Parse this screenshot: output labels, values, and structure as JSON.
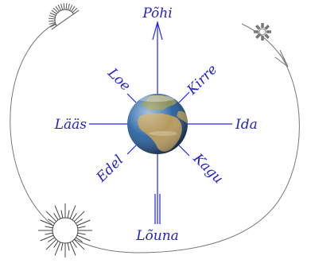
{
  "compass": {
    "north": "Põhi",
    "northeast": "Kirre",
    "east": "Ida",
    "southeast": "Kagu",
    "south": "Lõuna",
    "southwest": "Edel",
    "west": "Lääs",
    "northwest": "Loe"
  },
  "colors": {
    "arrows": "#2222ee",
    "labels": "#2222cc",
    "orbit": "#777777",
    "ocean": "#2b5f9a",
    "land": "#9a8a55"
  },
  "icons": {
    "center": "earth-globe-icon",
    "sun_bottom_left": "sun-icon",
    "sun_top_left": "half-sun-icon",
    "sun_top_right": "small-sun-icon"
  }
}
